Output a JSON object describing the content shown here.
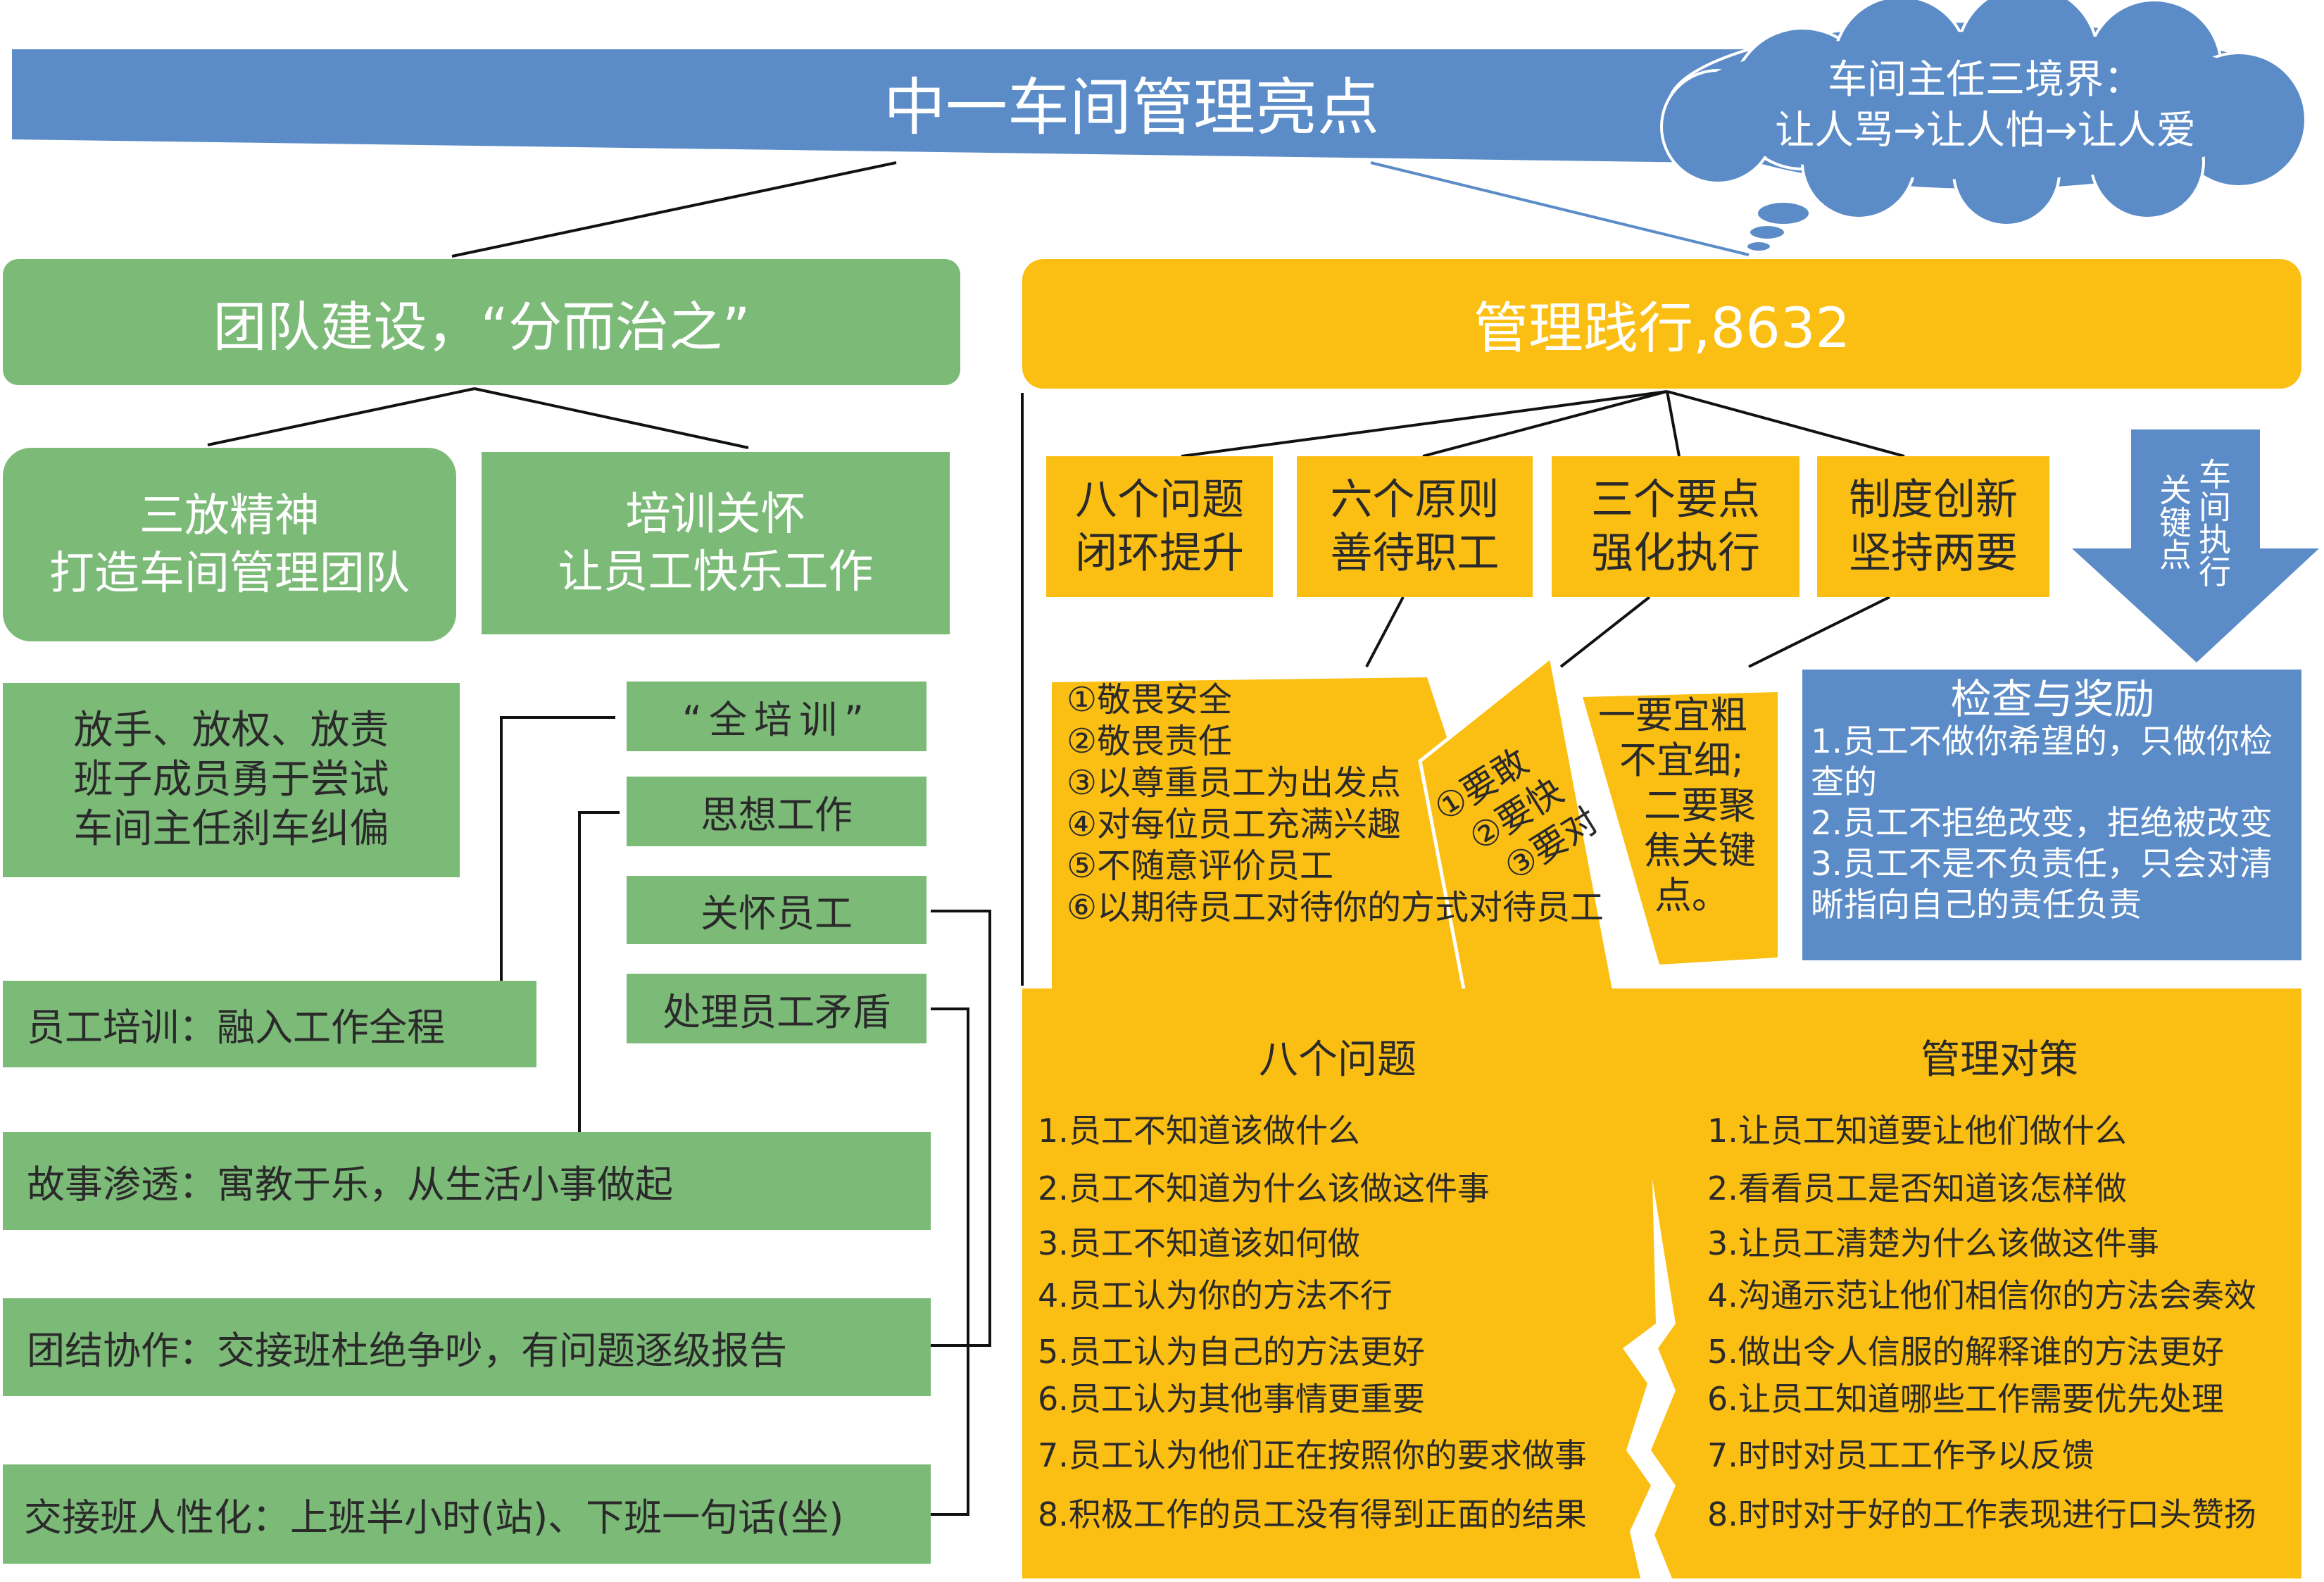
{
  "title": "中一车间管理亮点",
  "cloud": {
    "line1": "车间主任三境界：",
    "line2": "让人骂→让人怕→让人爱"
  },
  "team": {
    "header": "团队建设，“分而治之”",
    "spirit": {
      "line1": "三放精神",
      "line2": "打造车间管理团队"
    },
    "care": {
      "line1": "培训关怀",
      "line2": "让员工快乐工作"
    },
    "three_release": [
      "放手、放权、放责",
      "班子成员勇于尝试",
      "车间主任刹车纠偏"
    ],
    "sub_items": [
      "“全培训”",
      "思想工作",
      "关怀员工",
      "处理员工矛盾"
    ],
    "training": "员工培训：融入工作全程",
    "story": "故事渗透：寓教于乐，从生活小事做起",
    "unity": "团结协作：交接班杜绝争吵，有问题逐级报告",
    "handover": "交接班人性化：上班半小时(站)、下班一句话(坐)"
  },
  "practice": {
    "header": "管理践行,8632",
    "boxes": [
      {
        "line1": "八个问题",
        "line2": "闭环提升"
      },
      {
        "line1": "六个原则",
        "line2": "善待职工"
      },
      {
        "line1": "三个要点",
        "line2": "强化执行"
      },
      {
        "line1": "制度创新",
        "line2": "坚持两要"
      }
    ],
    "principles": [
      "①敬畏安全",
      "②敬畏责任",
      "③以尊重员工为出发点",
      "④对每位员工充满兴趣",
      "⑤不随意评价员工",
      "⑥以期待员工对待你的方式对待员工"
    ],
    "key_points": [
      "①要敢",
      "②要快",
      "③要对"
    ],
    "two_musts": [
      "一要宜粗",
      "不宜细;",
      "二要聚",
      "焦关键",
      "点。"
    ],
    "arrow": {
      "col1": "车间执行",
      "col2": "关键点"
    },
    "check": {
      "title": "检查与奖励",
      "items": [
        "1.员工不做你希望的，只做你检查的",
        "2.员工不拒绝改变，拒绝被改变",
        "3.员工不是不负责任，只会对清晰指向自己的责任负责"
      ]
    },
    "problems": {
      "header": "八个问题",
      "items": [
        "1.员工不知道该做什么",
        "2.员工不知道为什么该做这件事",
        "3.员工不知道该如何做",
        "4.员工认为你的方法不行",
        "5.员工认为自己的方法更好",
        "6.员工认为其他事情更重要",
        "7.员工认为他们正在按照你的要求做事",
        "8.积极工作的员工没有得到正面的结果"
      ]
    },
    "solutions": {
      "header": "管理对策",
      "items": [
        "1.让员工知道要让他们做什么",
        "2.看看员工是否知道该怎样做",
        "3.让员工清楚为什么该做这件事",
        "4.沟通示范让他们相信你的方法会奏效",
        "5.做出令人信服的解释谁的方法更好",
        "6.让员工知道哪些工作需要优先处理",
        "7.时时对员工工作予以反馈",
        "8.时时对于好的工作表现进行口头赞扬"
      ]
    }
  },
  "colors": {
    "green": "#7cba78",
    "yellow": "#fbbf14",
    "blue": "#5b8cc8"
  }
}
